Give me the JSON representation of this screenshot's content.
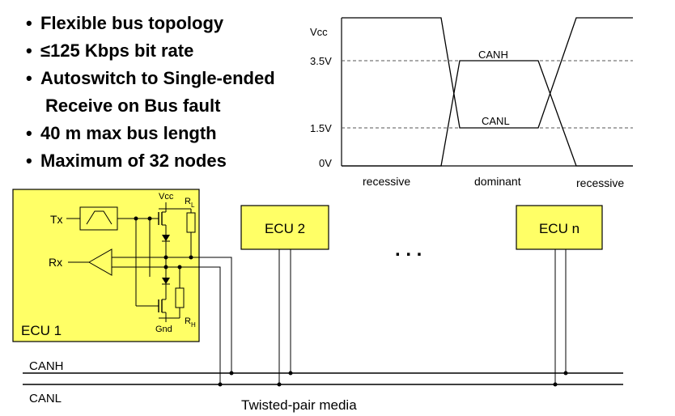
{
  "bullets": [
    "Flexible bus topology",
    "≤125 Kbps bit rate",
    "Autoswitch to Single-ended",
    "Receive on Bus fault",
    "40 m max bus length",
    "Maximum of 32 nodes"
  ],
  "waveform": {
    "y_labels": [
      "Vcc",
      "3.5V",
      "1.5V",
      "0V"
    ],
    "canh_label": "CANH",
    "canl_label": "CANL",
    "states": [
      "recessive",
      "dominant",
      "recessive"
    ]
  },
  "ecu1": {
    "title": "ECU 1",
    "tx": "Tx",
    "rx": "Rx",
    "vcc": "Vcc",
    "gnd": "Gnd",
    "rl": "R",
    "rl_sub": "L",
    "rh": "R",
    "rh_sub": "H"
  },
  "ecu2": "ECU 2",
  "ecun": "ECU n",
  "ellipsis": ". . .",
  "bus": {
    "canh": "CANH",
    "canl": "CANL",
    "media": "Twisted-pair media"
  },
  "colors": {
    "ecu_fill": "#ffff66",
    "line": "#000000",
    "dashed": "#555555"
  }
}
